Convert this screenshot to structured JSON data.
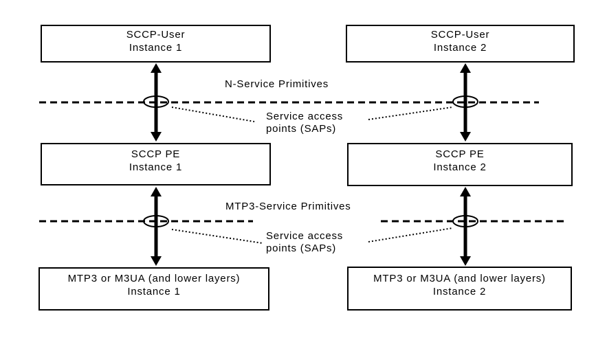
{
  "colors": {
    "line": "#000000",
    "background": "#ffffff"
  },
  "boxes": [
    {
      "title": "SCCP-User",
      "instance": "Instance 1"
    },
    {
      "title": "SCCP-User",
      "instance": "Instance 2"
    },
    {
      "title": "SCCP PE",
      "instance": "Instance 1"
    },
    {
      "title": "SCCP PE",
      "instance": "Instance 2"
    },
    {
      "title": "MTP3 or M3UA (and lower layers)",
      "instance": "Instance 1"
    },
    {
      "title": "MTP3 or M3UA (and lower layers)",
      "instance": "Instance 2"
    }
  ],
  "labels": {
    "n_service_primitives": "N-Service Primitives",
    "mtp3_service_primitives": "MTP3-Service Primitives",
    "sap_top": {
      "line1": "Service access",
      "line2": "points (SAPs)"
    },
    "sap_bottom": {
      "line1": "Service access",
      "line2": "points (SAPs)"
    }
  }
}
